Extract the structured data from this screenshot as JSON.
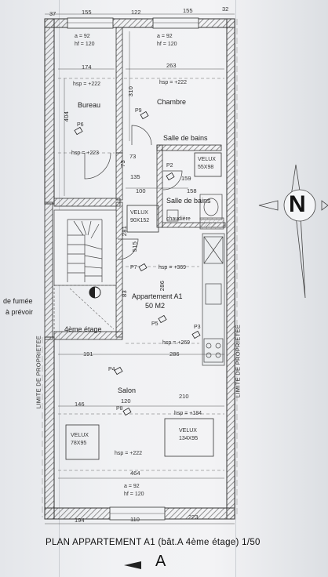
{
  "top_dimensions": [
    "37",
    "155",
    "122",
    "155",
    "32"
  ],
  "bottom_dimensions": [
    "194",
    "110",
    "223"
  ],
  "rooms": {
    "bureau": "Bureau",
    "chambre": "Chambre",
    "salle_de_bains": "Salle de bains",
    "chaudiere": "chaudière",
    "appartement": "Appartement  A1",
    "surface": "50 M2",
    "salon": "Salon",
    "etage": "4ème étage"
  },
  "windows": {
    "top_left": {
      "a": "a = 92",
      "hf": "hf = 120"
    },
    "top_right": {
      "a": "a = 92",
      "hf": "hf = 120"
    },
    "bottom": {
      "a": "a = 92",
      "hf": "hf = 120"
    }
  },
  "heights": {
    "bureau_top": "hsp = +222",
    "chambre_top": "hsp = +222",
    "bureau_bottom": "hsp = +223",
    "hall": "hsp = +369",
    "appartement": "hsp = +269",
    "salon_right": "hsp = +184",
    "salon_bottom": "hsp = +222"
  },
  "velux": {
    "sdb": {
      "label": "VELUX",
      "size": "55X98"
    },
    "hall": {
      "label": "VELUX",
      "size": "90X152"
    },
    "salon_left": {
      "label": "VELUX",
      "size": "78X95"
    },
    "salon_right": {
      "label": "VELUX",
      "size": "134X95"
    }
  },
  "points": [
    "P6",
    "P9",
    "P2",
    "P7",
    "P5",
    "P3",
    "P4",
    "P8"
  ],
  "interior_dimensions": {
    "bureau_width": "174",
    "chambre_width": "263",
    "chambre_depth": "310",
    "bureau_depth": "404",
    "hall_73a": "73",
    "hall_73b": "73",
    "hall_135": "135",
    "hall_100": "100",
    "sdb_159": "159",
    "sdb_158": "158",
    "hall_281": "281",
    "hall_515": "515",
    "hall_286": "286",
    "hall_83": "83",
    "apt_191": "191",
    "apt_286": "286",
    "salon_146": "146",
    "salon_120": "120",
    "salon_210": "210",
    "salon_464": "464"
  },
  "side_labels": {
    "left": "LIMITE DE PROPRIETEE",
    "right": "LIMITE DE PROPRIETEE"
  },
  "note_fumee": [
    "de fumée",
    "à prévoir"
  ],
  "compass": "N",
  "plan_title": "PLAN APPARTEMENT A1 (bât.A 4ème étage) 1/50",
  "section_marker": "A",
  "colors": {
    "ink": "#2b2b2b",
    "paper": "#f1f2f4",
    "hatch": "#8a8d93"
  }
}
